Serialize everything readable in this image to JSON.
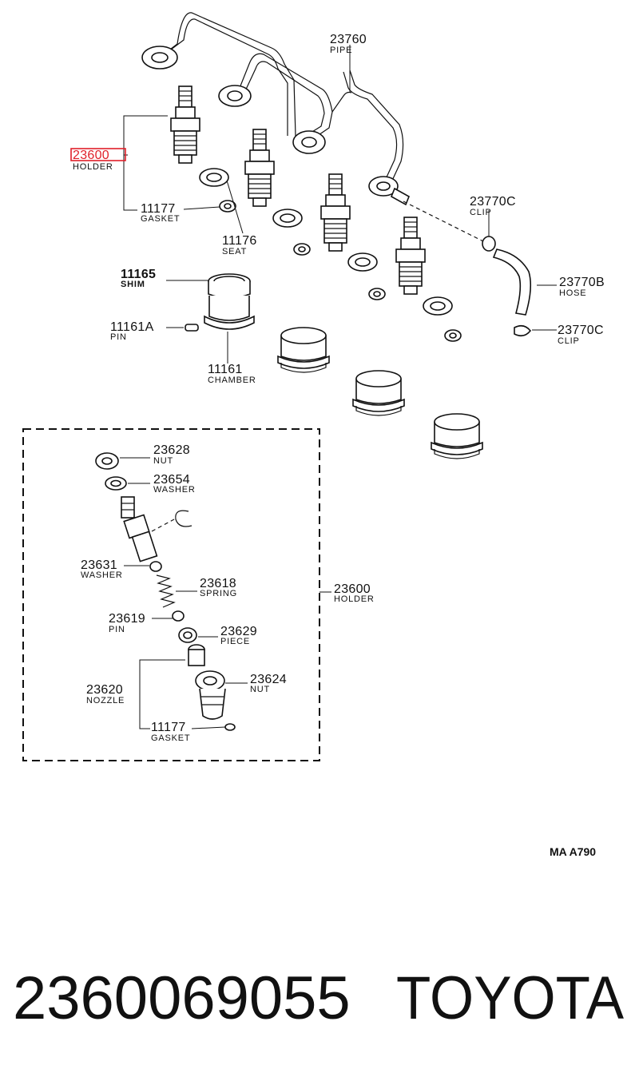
{
  "diagram": {
    "callouts": [
      {
        "id": "pipe",
        "number": "23760",
        "name": "PIPE"
      },
      {
        "id": "holder-top",
        "number": "23600",
        "name": "HOLDER",
        "highlighted": true
      },
      {
        "id": "gasket-top",
        "number": "11177",
        "name": "GASKET"
      },
      {
        "id": "seat",
        "number": "11176",
        "name": "SEAT"
      },
      {
        "id": "clip-upper",
        "number": "23770C",
        "name": "CLIP"
      },
      {
        "id": "shim",
        "number": "11165",
        "name": "SHIM"
      },
      {
        "id": "hose",
        "number": "23770B",
        "name": "HOSE"
      },
      {
        "id": "pin-chamber",
        "number": "11161A",
        "name": "PIN"
      },
      {
        "id": "clip-lower",
        "number": "23770C",
        "name": "CLIP"
      },
      {
        "id": "chamber",
        "number": "11161",
        "name": "CHAMBER"
      },
      {
        "id": "nut-top",
        "number": "23628",
        "name": "NUT"
      },
      {
        "id": "washer-top",
        "number": "23654",
        "name": "WASHER"
      },
      {
        "id": "washer-mid",
        "number": "23631",
        "name": "WASHER"
      },
      {
        "id": "spring",
        "number": "23618",
        "name": "SPRING"
      },
      {
        "id": "holder-right",
        "number": "23600",
        "name": "HOLDER"
      },
      {
        "id": "pin-small",
        "number": "23619",
        "name": "PIN"
      },
      {
        "id": "piece",
        "number": "23629",
        "name": "PIECE"
      },
      {
        "id": "nozzle",
        "number": "23620",
        "name": "NOZZLE"
      },
      {
        "id": "nut-bottom",
        "number": "23624",
        "name": "NUT"
      },
      {
        "id": "gasket-bottom",
        "number": "11177",
        "name": "GASKET"
      }
    ],
    "diagram_code": "MA A790",
    "highlight_color": "#e0202a"
  },
  "footer": {
    "part_number": "2360069055",
    "brand": "TOYOTA"
  }
}
